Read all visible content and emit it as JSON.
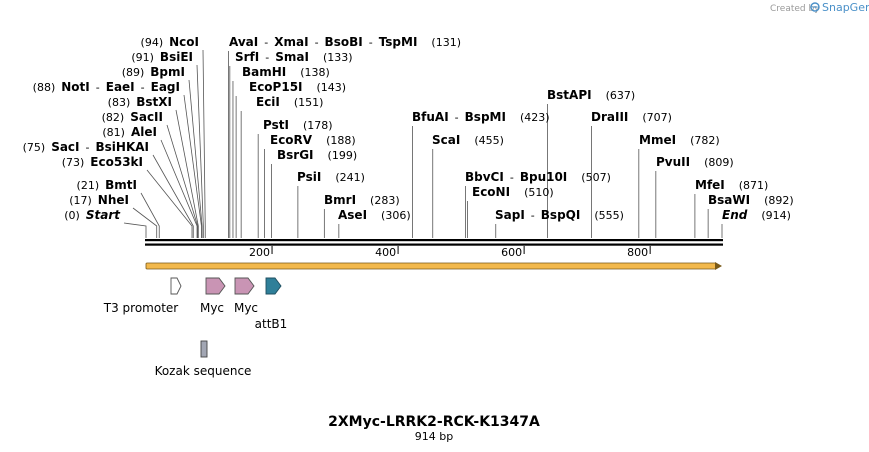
{
  "header": {
    "created_by": "Created by",
    "brand": "SnapGene"
  },
  "plasmid": {
    "name": "2XMyc-LRRK2-RCK-K1347A",
    "length_label": "914 bp",
    "length": 914
  },
  "ruler": [
    {
      "value": 200,
      "label": "200"
    },
    {
      "value": 400,
      "label": "400"
    },
    {
      "value": 600,
      "label": "600"
    },
    {
      "value": 800,
      "label": "800"
    }
  ],
  "sites": [
    {
      "parts": [
        "Start"
      ],
      "italic": true,
      "pos": "(0)",
      "bp": 0,
      "num_left": true
    },
    {
      "parts": [
        "NheI"
      ],
      "pos": "(17)",
      "bp": 17,
      "num_left": true
    },
    {
      "parts": [
        "BmtI"
      ],
      "pos": "(21)",
      "bp": 21,
      "num_left": true
    },
    {
      "parts": [
        "Eco53kI"
      ],
      "pos": "(73)",
      "bp": 73,
      "num_left": true
    },
    {
      "parts": [
        "SacI",
        "BsiHKAI"
      ],
      "pos": "(75)",
      "bp": 75,
      "num_left": true
    },
    {
      "parts": [
        "AleI"
      ],
      "pos": "(81)",
      "bp": 81,
      "num_left": true
    },
    {
      "parts": [
        "SacII"
      ],
      "pos": "(82)",
      "bp": 82,
      "num_left": true
    },
    {
      "parts": [
        "BstXI"
      ],
      "pos": "(83)",
      "bp": 83,
      "num_left": true
    },
    {
      "parts": [
        "NotI",
        "EaeI",
        "EagI"
      ],
      "pos": "(88)",
      "bp": 88,
      "num_left": true
    },
    {
      "parts": [
        "BpmI"
      ],
      "pos": "(89)",
      "bp": 89,
      "num_left": true
    },
    {
      "parts": [
        "BsiEI"
      ],
      "pos": "(91)",
      "bp": 91,
      "num_left": true
    },
    {
      "parts": [
        "NcoI"
      ],
      "pos": "(94)",
      "bp": 94,
      "num_left": true
    },
    {
      "parts": [
        "AvaI",
        "XmaI",
        "BsoBI",
        "TspMI"
      ],
      "pos": "(131)",
      "bp": 131
    },
    {
      "parts": [
        "SrfI",
        "SmaI"
      ],
      "pos": "(133)",
      "bp": 133
    },
    {
      "parts": [
        "BamHI"
      ],
      "pos": "(138)",
      "bp": 138
    },
    {
      "parts": [
        "EcoP15I"
      ],
      "pos": "(143)",
      "bp": 143
    },
    {
      "parts": [
        "EciI"
      ],
      "pos": "(151)",
      "bp": 151
    },
    {
      "parts": [
        "PstI"
      ],
      "pos": "(178)",
      "bp": 178
    },
    {
      "parts": [
        "EcoRV"
      ],
      "pos": "(188)",
      "bp": 188
    },
    {
      "parts": [
        "BsrGI"
      ],
      "pos": "(199)",
      "bp": 199
    },
    {
      "parts": [
        "PsiI"
      ],
      "pos": "(241)",
      "bp": 241
    },
    {
      "parts": [
        "BmrI"
      ],
      "pos": "(283)",
      "bp": 283
    },
    {
      "parts": [
        "AseI"
      ],
      "pos": "(306)",
      "bp": 306
    },
    {
      "parts": [
        "BfuAI",
        "BspMI"
      ],
      "pos": "(423)",
      "bp": 423
    },
    {
      "parts": [
        "ScaI"
      ],
      "pos": "(455)",
      "bp": 455
    },
    {
      "parts": [
        "BbvCI",
        "Bpu10I"
      ],
      "pos": "(507)",
      "bp": 507
    },
    {
      "parts": [
        "EcoNI"
      ],
      "pos": "(510)",
      "bp": 510
    },
    {
      "parts": [
        "SapI",
        "BspQI"
      ],
      "pos": "(555)",
      "bp": 555
    },
    {
      "parts": [
        "BstAPI"
      ],
      "pos": "(637)",
      "bp": 637
    },
    {
      "parts": [
        "DraIII"
      ],
      "pos": "(707)",
      "bp": 707
    },
    {
      "parts": [
        "MmeI"
      ],
      "pos": "(782)",
      "bp": 782
    },
    {
      "parts": [
        "PvuII"
      ],
      "pos": "(809)",
      "bp": 809
    },
    {
      "parts": [
        "MfeI"
      ],
      "pos": "(871)",
      "bp": 871
    },
    {
      "parts": [
        "BsaWI"
      ],
      "pos": "(892)",
      "bp": 892
    },
    {
      "parts": [
        "End"
      ],
      "italic": true,
      "pos": "(914)",
      "bp": 914
    }
  ],
  "features": [
    {
      "name": "T3 promoter",
      "color": "#ffffff"
    },
    {
      "name": "Myc",
      "color": "#c994b4"
    },
    {
      "name": "Myc",
      "color": "#c994b4"
    },
    {
      "name": "attB1",
      "color": "#2f7f99"
    },
    {
      "name": "Kozak sequence",
      "color": "#a2a6b3"
    }
  ],
  "colors": {
    "orf": "#f2b84b",
    "backbone": "#000000"
  }
}
